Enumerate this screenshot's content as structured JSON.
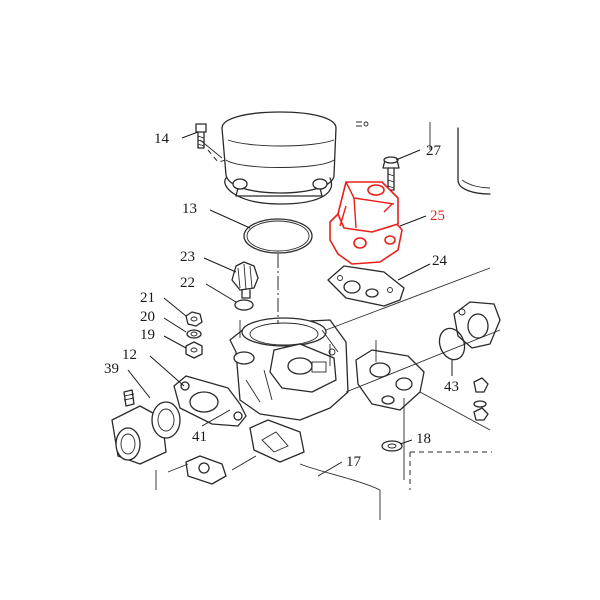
{
  "diagram": {
    "highlight_color": "#e8201c",
    "line_color": "#2a2a2a",
    "callouts": [
      {
        "id": "14",
        "label": "14"
      },
      {
        "id": "27",
        "label": "27"
      },
      {
        "id": "13",
        "label": "13"
      },
      {
        "id": "25",
        "label": "25",
        "highlighted": true
      },
      {
        "id": "23",
        "label": "23"
      },
      {
        "id": "24",
        "label": "24"
      },
      {
        "id": "22",
        "label": "22"
      },
      {
        "id": "21",
        "label": "21"
      },
      {
        "id": "20",
        "label": "20"
      },
      {
        "id": "19",
        "label": "19"
      },
      {
        "id": "12",
        "label": "12"
      },
      {
        "id": "39",
        "label": "39"
      },
      {
        "id": "43",
        "label": "43"
      },
      {
        "id": "41",
        "label": "41"
      },
      {
        "id": "18",
        "label": "18"
      },
      {
        "id": "17",
        "label": "17"
      }
    ]
  }
}
